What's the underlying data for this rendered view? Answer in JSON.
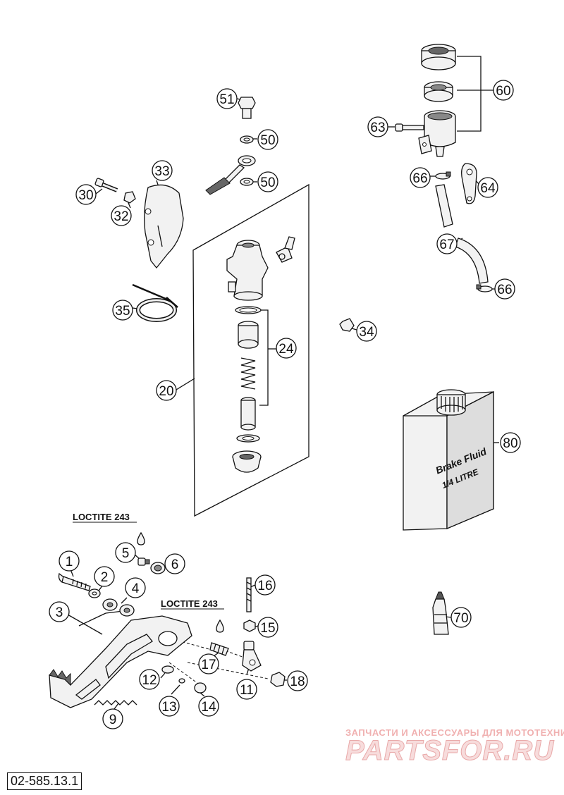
{
  "callouts": [
    {
      "id": "c1",
      "label": "1"
    },
    {
      "id": "c2",
      "label": "2"
    },
    {
      "id": "c3",
      "label": "3"
    },
    {
      "id": "c4",
      "label": "4"
    },
    {
      "id": "c5",
      "label": "5"
    },
    {
      "id": "c6",
      "label": "6"
    },
    {
      "id": "c9",
      "label": "9"
    },
    {
      "id": "c11",
      "label": "11"
    },
    {
      "id": "c12",
      "label": "12"
    },
    {
      "id": "c13",
      "label": "13"
    },
    {
      "id": "c14",
      "label": "14"
    },
    {
      "id": "c15",
      "label": "15"
    },
    {
      "id": "c16",
      "label": "16"
    },
    {
      "id": "c17",
      "label": "17"
    },
    {
      "id": "c18",
      "label": "18"
    },
    {
      "id": "c20",
      "label": "20"
    },
    {
      "id": "c24",
      "label": "24"
    },
    {
      "id": "c30",
      "label": "30"
    },
    {
      "id": "c32",
      "label": "32"
    },
    {
      "id": "c33",
      "label": "33"
    },
    {
      "id": "c34",
      "label": "34"
    },
    {
      "id": "c35",
      "label": "35"
    },
    {
      "id": "c50a",
      "label": "50"
    },
    {
      "id": "c50b",
      "label": "50"
    },
    {
      "id": "c51",
      "label": "51"
    },
    {
      "id": "c60",
      "label": "60"
    },
    {
      "id": "c63",
      "label": "63"
    },
    {
      "id": "c64",
      "label": "64"
    },
    {
      "id": "c66a",
      "label": "66"
    },
    {
      "id": "c66b",
      "label": "66"
    },
    {
      "id": "c67",
      "label": "67"
    },
    {
      "id": "c70",
      "label": "70"
    },
    {
      "id": "c80",
      "label": "80"
    }
  ],
  "notes": {
    "loctite_top": "LOCTITE 243",
    "loctite_mid": "LOCTITE 243"
  },
  "bottle": {
    "line1": "Brake Fluid",
    "line2": "1/4 LITRE"
  },
  "watermark": {
    "tagline": "ЗАПЧАСТИ И АКСЕССУАРЫ ДЛЯ МОТОТЕХНИКИ",
    "brand": "PARTSFOR.RU"
  },
  "diagram_code": "02-585.13.1",
  "colors": {
    "line": "#111111",
    "watermark": "#e9a9a9"
  }
}
